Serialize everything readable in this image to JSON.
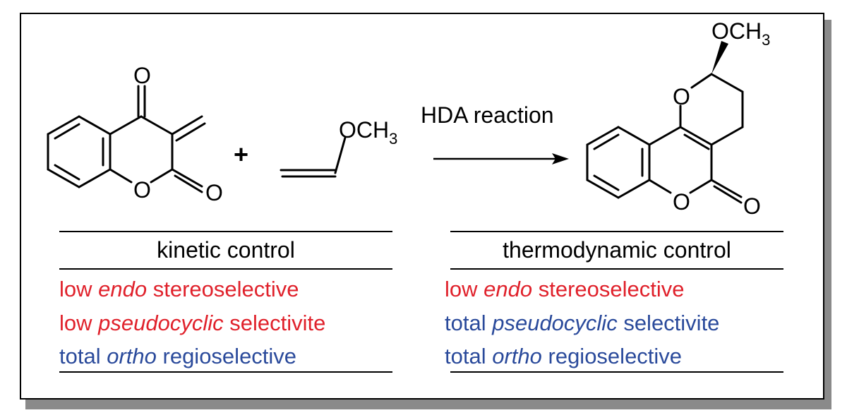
{
  "colors": {
    "red": "#e0212b",
    "blue": "#2a4a9b",
    "black": "#000000"
  },
  "scheme": {
    "plus": "+",
    "reagent_label": "OCH",
    "reagent_sub": "3",
    "arrow_label": "HDA reaction",
    "product_label": "OCH",
    "product_sub": "3",
    "atoms": {
      "O": "O"
    }
  },
  "kinetic": {
    "heading": "kinetic control",
    "lines": [
      {
        "pre": "low ",
        "ital": "endo",
        "post": " stereoselective",
        "color": "red"
      },
      {
        "pre": "low ",
        "ital": "pseudocyclic",
        "post": " selectivite",
        "color": "red"
      },
      {
        "pre": "total ",
        "ital": "ortho",
        "post": " regioselective",
        "color": "blue"
      }
    ]
  },
  "thermodynamic": {
    "heading": "thermodynamic control",
    "lines": [
      {
        "pre": "low ",
        "ital": "endo",
        "post": " stereoselective",
        "color": "red"
      },
      {
        "pre": "total ",
        "ital": "pseudocyclic",
        "post": " selectivite",
        "color": "blue"
      },
      {
        "pre": "total ",
        "ital": "ortho",
        "post": " regioselective",
        "color": "blue"
      }
    ]
  }
}
